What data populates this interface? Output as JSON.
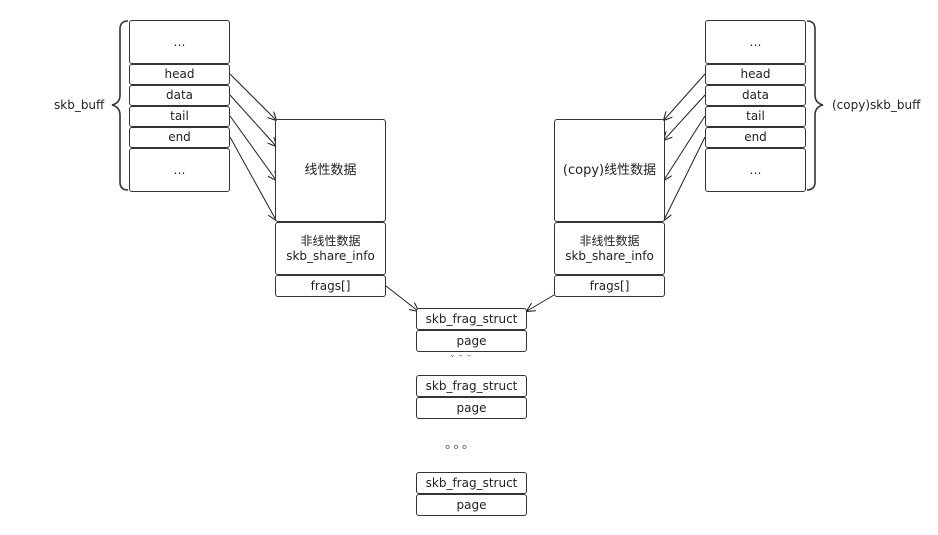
{
  "left": {
    "label": "skb_buff",
    "fields": [
      "…",
      "head",
      "data",
      "tail",
      "end",
      "…"
    ],
    "linear": "线性数据",
    "nonlinear": "非线性数据\nskb_share_info",
    "frags": "frags[]"
  },
  "right": {
    "label": "(copy)skb_buff",
    "fields": [
      "…",
      "head",
      "data",
      "tail",
      "end",
      "…"
    ],
    "linear": "(copy)线性数据",
    "nonlinear": "非线性数据\nskb_share_info",
    "frags": "frags[]"
  },
  "frags": [
    {
      "struct": "skb_frag_struct",
      "page": "page"
    },
    {
      "struct": "skb_frag_struct",
      "page": "page"
    },
    {
      "struct": "skb_frag_struct",
      "page": "page"
    }
  ],
  "gap1": "ˇ  ˉ  ˉ",
  "ellipsis": "。。。"
}
